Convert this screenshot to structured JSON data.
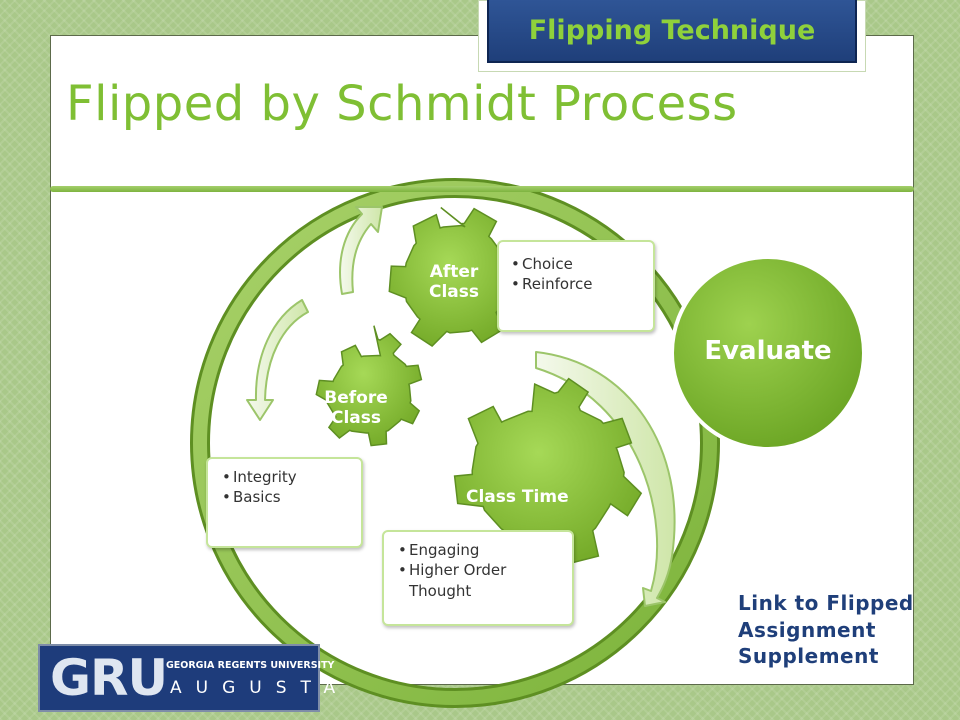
{
  "header": {
    "tab_label": "Flipping Technique"
  },
  "slide": {
    "title": "Flipped by Schmidt Process"
  },
  "diagram": {
    "gears": [
      {
        "label": "After Class",
        "bullets": [
          "Choice",
          "Reinforce"
        ]
      },
      {
        "label": "Before Class",
        "bullets": [
          "Integrity",
          "Basics"
        ]
      },
      {
        "label": "Class Time",
        "bullets": [
          "Engaging",
          "Higher Order Thought"
        ]
      }
    ],
    "evaluate_label": "Evaluate"
  },
  "link": {
    "lines": [
      "Link to Flipped",
      "Assignment",
      "Supplement"
    ]
  },
  "logo": {
    "letters": "GRU",
    "name_line": "GEORGIA REGENTS UNIVERSITY",
    "city_line": "AUGUSTA"
  },
  "colors": {
    "background": "#a9c889",
    "title_green": "#7fbf34",
    "gear_green": "#8cc63f",
    "header_blue": "#2f5596",
    "header_text": "#8fd13b",
    "link_blue": "#1f3f7a"
  }
}
